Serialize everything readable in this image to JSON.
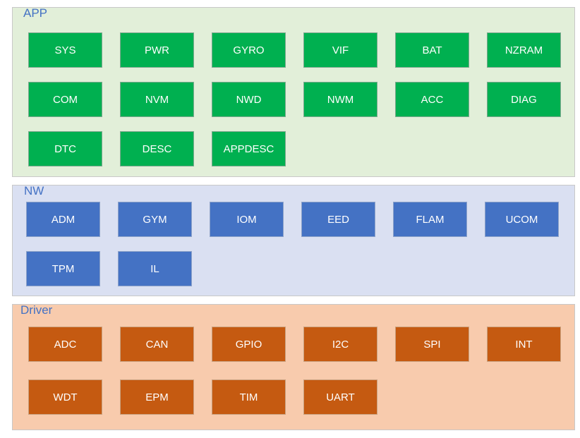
{
  "layers": {
    "app": {
      "title": "APP",
      "fill": "#e2efd9",
      "block_color": "#00b050",
      "blocks": [
        "SYS",
        "PWR",
        "GYRO",
        "VIF",
        "BAT",
        "NZRAM",
        "COM",
        "NVM",
        "NWD",
        "NWM",
        "ACC",
        "DIAG",
        "DTC",
        "DESC",
        "APPDESC"
      ]
    },
    "nw": {
      "title": "NW",
      "fill": "#dae0f2",
      "block_color": "#4472c4",
      "blocks": [
        "ADM",
        "GYM",
        "IOM",
        "EED",
        "FLAM",
        "UCOM",
        "TPM",
        "IL"
      ]
    },
    "driver": {
      "title": "Driver",
      "fill": "#f8cbad",
      "block_color": "#c55a11",
      "blocks": [
        "ADC",
        "CAN",
        "GPIO",
        "I2C",
        "SPI",
        "INT",
        "WDT",
        "EPM",
        "TIM",
        "UART"
      ]
    }
  }
}
